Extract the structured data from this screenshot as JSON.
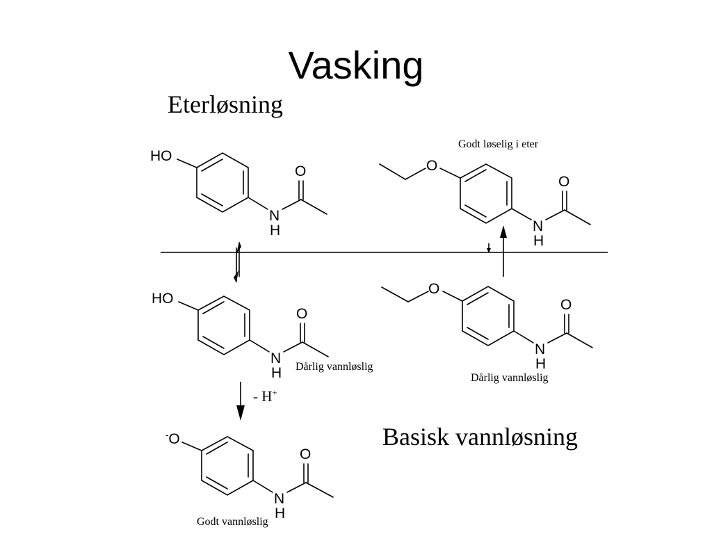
{
  "title": "Vasking",
  "phases": {
    "top": "Eterløsning",
    "bottom": "Basisk vannløsning"
  },
  "molecules": {
    "paracetamol_ether": {
      "donor": "HO",
      "carbonyl": "O",
      "amide_n": "N",
      "amide_h": "H"
    },
    "paracetamol_water": {
      "donor": "HO",
      "carbonyl": "O",
      "amide_n": "N",
      "amide_h": "H",
      "note": "Dårlig vannløslig"
    },
    "phenolate": {
      "charge": "-",
      "donor": "O",
      "carbonyl": "O",
      "amide_n": "N",
      "amide_h": "H",
      "note": "Godt vannløslig"
    },
    "phenacetin_ether": {
      "donor": "O",
      "carbonyl": "O",
      "amide_n": "N",
      "amide_h": "H",
      "note": "Godt løselig i eter"
    },
    "phenacetin_water": {
      "donor": "O",
      "carbonyl": "O",
      "amide_n": "N",
      "amide_h": "H",
      "note": "Dårlig vannløslig"
    }
  },
  "reagent": {
    "prefix": "- H",
    "superscript": "+"
  }
}
